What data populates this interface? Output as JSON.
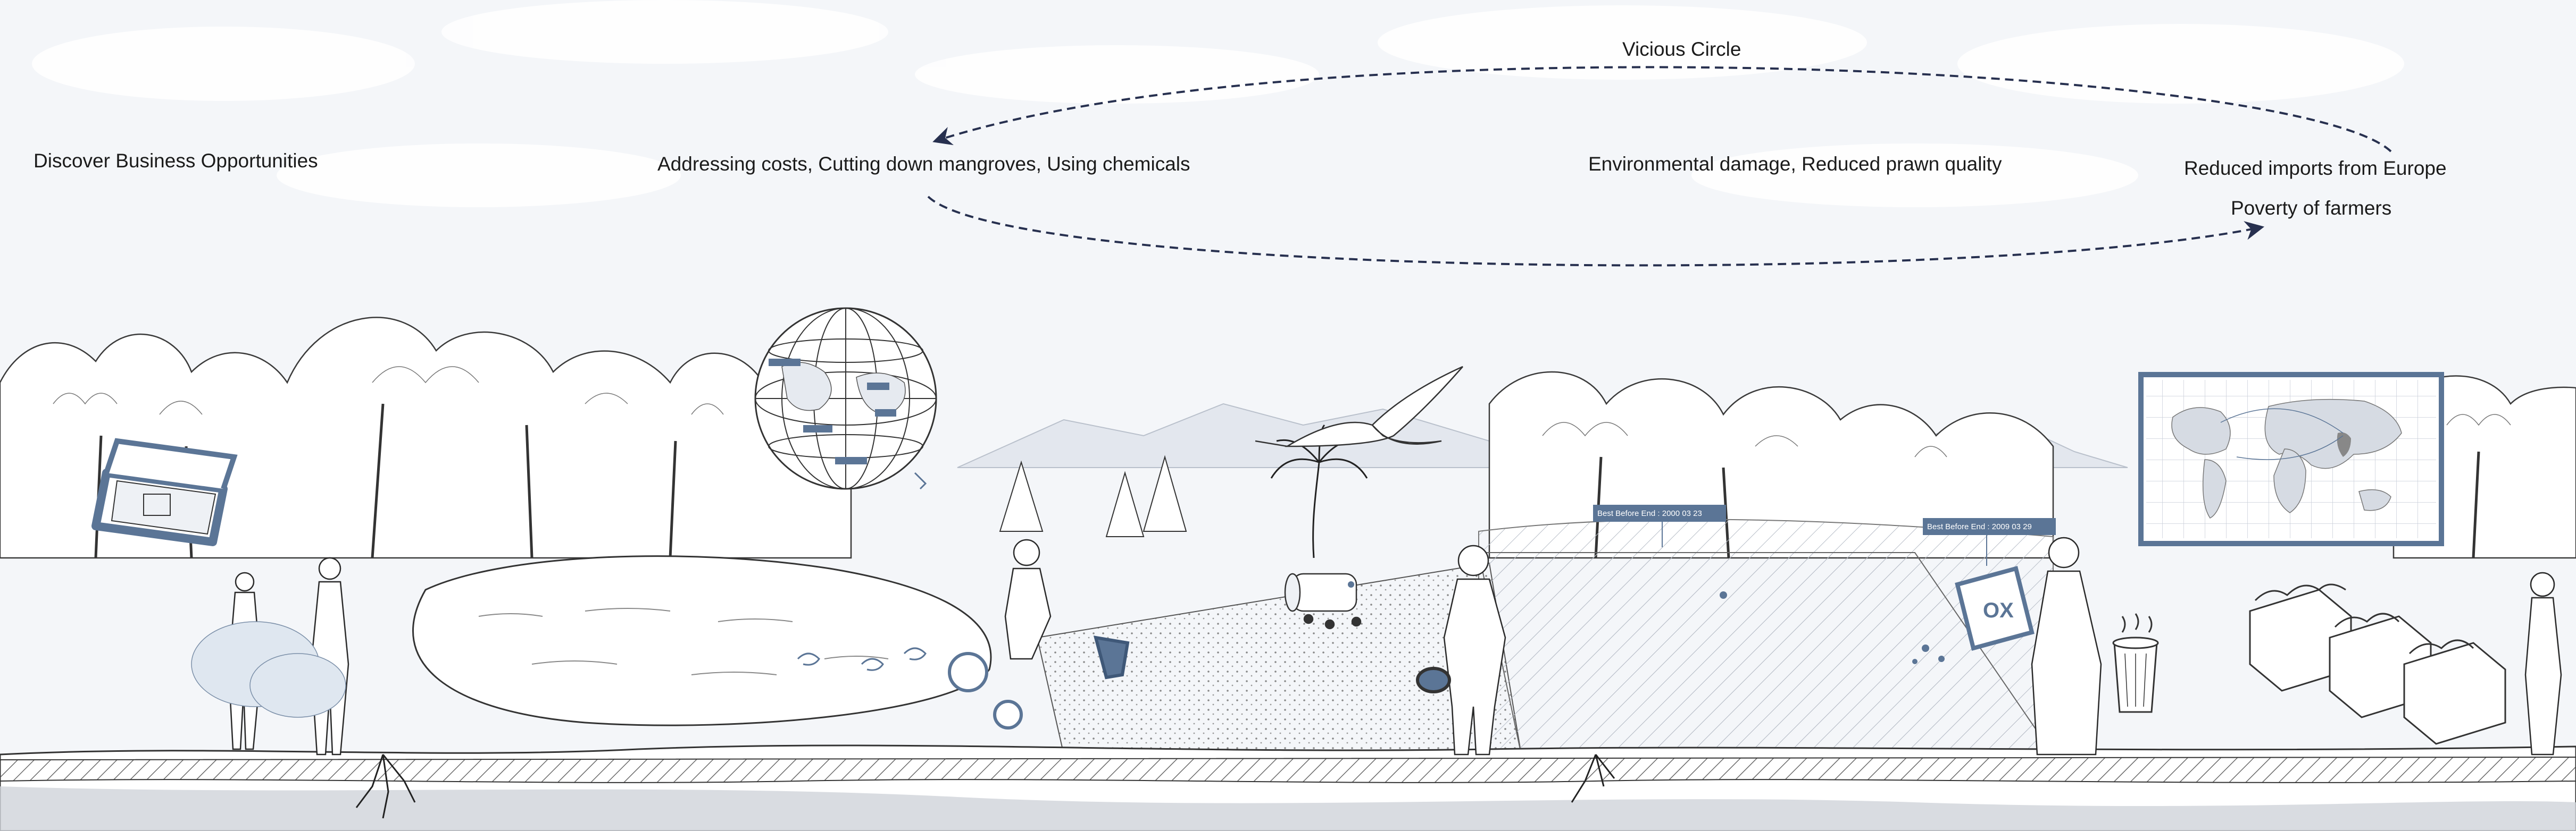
{
  "labels": {
    "vicious_circle": "Vicious Circle",
    "discover": "Discover Business Opportunities",
    "addressing": "Addressing costs, Cutting down mangroves, Using chemicals",
    "environmental": "Environmental damage, Reduced prawn quality",
    "reduced_imports": "Reduced imports from Europe",
    "poverty": "Poverty of farmers"
  },
  "price_tags": {
    "tag1": "Best Before End :   2000 03 23",
    "tag2": "Best Before End :   2009 03 29"
  },
  "bag_label": "OX",
  "colors": {
    "accent": "#5b7596",
    "accent_dark": "#3f5878",
    "arrow": "#27304f",
    "ink": "#2a2a2a",
    "sky": "#f4f6f9"
  },
  "icons": [
    "globe-icon",
    "money-icon",
    "world-map-icon",
    "crane-bird-icon",
    "prawn-crate-icon",
    "trash-bin-icon",
    "feed-bag-icon",
    "palm-tree-icon"
  ]
}
